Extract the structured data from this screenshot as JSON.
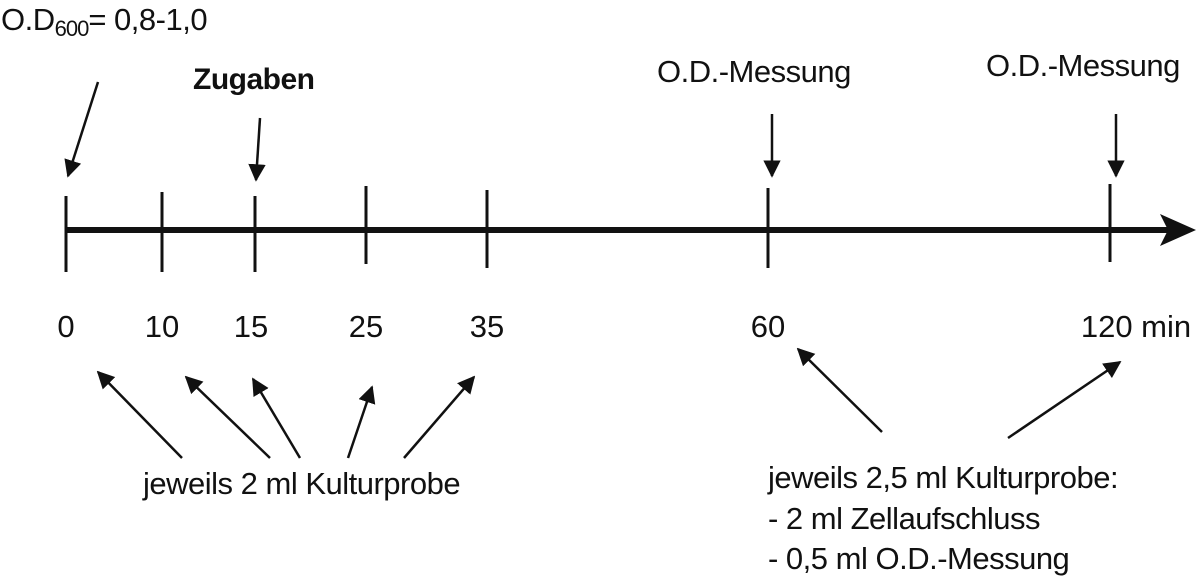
{
  "top": {
    "od_prefix": "O.D",
    "od_sub": "600",
    "od_range": "= 0,8-1,0",
    "zugaben": "Zugaben",
    "od_messung_60": "O.D.-Messung",
    "od_messung_120": "O.D.-Messung"
  },
  "timeline": {
    "ticks": [
      {
        "label": "0"
      },
      {
        "label": "10"
      },
      {
        "label": "15"
      },
      {
        "label": "25"
      },
      {
        "label": "35"
      },
      {
        "label": "60"
      },
      {
        "label": "120 min"
      }
    ]
  },
  "bottom": {
    "left_note": "jeweils 2 ml Kulturprobe",
    "right_note_line1": "jeweils 2,5 ml Kulturprobe:",
    "right_note_line2": "- 2 ml Zellaufschluss",
    "right_note_line3": "- 0,5 ml O.D.-Messung"
  },
  "colors": {
    "ink": "#111111",
    "background": "#ffffff"
  }
}
